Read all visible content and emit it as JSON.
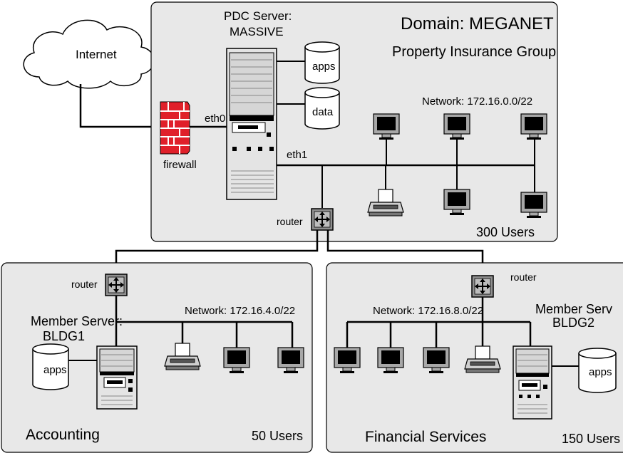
{
  "internet": {
    "label": "Internet"
  },
  "firewall": {
    "label": "firewall"
  },
  "main_domain": {
    "title": "Domain: MEGANET",
    "subtitle": "Property Insurance Group",
    "server_label_line1": "PDC Server:",
    "server_label_line2": "MASSIVE",
    "disk_apps": "apps",
    "disk_data": "data",
    "eth0": "eth0",
    "eth1": "eth1",
    "network": "Network: 172.16.0.0/22",
    "router_label": "router",
    "users": "300 Users"
  },
  "accounting": {
    "name": "Accounting",
    "router_label": "router",
    "server_label_line1": "Member Server:",
    "server_label_line2": "BLDG1",
    "disk_apps": "apps",
    "network": "Network: 172.16.4.0/22",
    "users": "50 Users"
  },
  "financial": {
    "name": "Financial Services",
    "router_label": "router",
    "server_label_line1": "Member Serv",
    "server_label_line2": "BLDG2",
    "disk_apps": "apps",
    "network": "Network: 172.16.8.0/22",
    "users": "150 Users"
  },
  "colors": {
    "box_fill": "#e8e8e8",
    "firewall_red": "#e0202a",
    "router_gray": "#9a9a9a",
    "monitor_gray": "#a8a8a8"
  }
}
